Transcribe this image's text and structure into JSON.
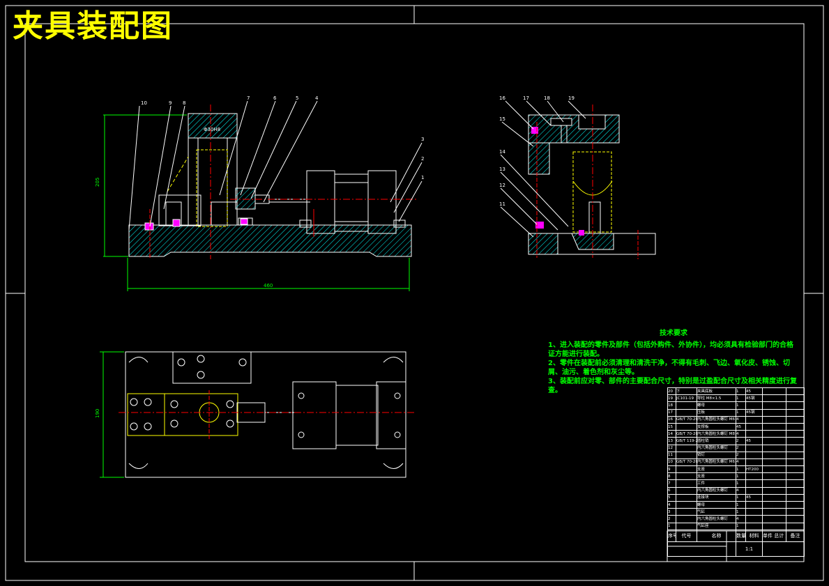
{
  "drawing": {
    "title": "夹具装配图",
    "colors": {
      "background": "#000000",
      "line": "#ffffff",
      "dimension": "#00ff00",
      "centerline": "#ff0000",
      "hidden": "#ffff00",
      "title": "#ffff00",
      "hatch": "#00ffff",
      "fastener": "#ff00ff"
    },
    "front_view": {
      "part_labels": [
        "10",
        "9",
        "8",
        "7",
        "6",
        "5",
        "4",
        "3",
        "2",
        "1"
      ],
      "dim_height": "205",
      "dim_width": "460",
      "bore_note": "Φ30H8"
    },
    "side_view": {
      "part_labels": [
        "16",
        "17",
        "18",
        "19",
        "15",
        "14",
        "13",
        "12",
        "11"
      ]
    },
    "top_view": {
      "dim_height": "190"
    }
  },
  "tech_req": {
    "heading": "技术要求",
    "items": [
      "1、进入装配的零件及部件（包括外购件、外协件），均必须具有检验部门的合格证方能进行装配。",
      "2、零件在装配前必须清理和清洗干净，不得有毛刺、飞边、氧化皮、锈蚀、切屑、油污、着色剂和灰尘等。",
      "3、装配前应对零、部件的主要配合尺寸，特别是过盈配合尺寸及相关精度进行复查。"
    ]
  },
  "bom": {
    "rows": [
      [
        "20",
        "下",
        "夹具底板",
        "1",
        "45",
        ""
      ],
      [
        "19",
        "JC101-19",
        "导柱 M8×1.5",
        "1",
        "45钢",
        ""
      ],
      [
        "18",
        "",
        "螺母",
        "1",
        "",
        ""
      ],
      [
        "17",
        "",
        "压板",
        "1",
        "45钢",
        ""
      ],
      [
        "16",
        "GB/T 70-2000",
        "内六角圆柱头螺钉 M6×20",
        "4",
        "",
        ""
      ],
      [
        "15",
        "",
        "支撑板",
        "45",
        "",
        ""
      ],
      [
        "14",
        "GB/T 70-2000",
        "内六角圆柱头螺钉 M8×25",
        "4",
        "",
        ""
      ],
      [
        "13",
        "GB/T 119-2000",
        "圆柱销",
        "2",
        "45",
        ""
      ],
      [
        "12",
        "",
        "内六角圆柱头螺钉",
        "2",
        "",
        ""
      ],
      [
        "11",
        "",
        "销钉",
        "2",
        "",
        ""
      ],
      [
        "10",
        "GB/T 70-2000",
        "内六角圆柱头螺钉 M6×30",
        "4",
        "",
        ""
      ],
      [
        "9",
        "",
        "支座",
        "1",
        "HT200",
        ""
      ],
      [
        "8",
        "",
        "支座",
        "1",
        "",
        ""
      ],
      [
        "7",
        "",
        "工件",
        "1",
        "",
        ""
      ],
      [
        "6",
        "",
        "内六角圆柱头螺钉",
        "4",
        "",
        ""
      ],
      [
        "5",
        "",
        "连接块",
        "1",
        "45",
        ""
      ],
      [
        "4",
        "",
        "螺母",
        "1",
        "",
        ""
      ],
      [
        "3",
        "",
        "气缸",
        "1",
        "",
        ""
      ],
      [
        "2",
        "",
        "内六角圆柱头螺钉",
        "4",
        "",
        ""
      ],
      [
        "1",
        "",
        "气缸座",
        "1",
        "",
        ""
      ]
    ],
    "headers": [
      "序号",
      "代号",
      "名称",
      "数量",
      "材料",
      "单件 总计 重量",
      "备注"
    ],
    "scale": "1:1"
  }
}
